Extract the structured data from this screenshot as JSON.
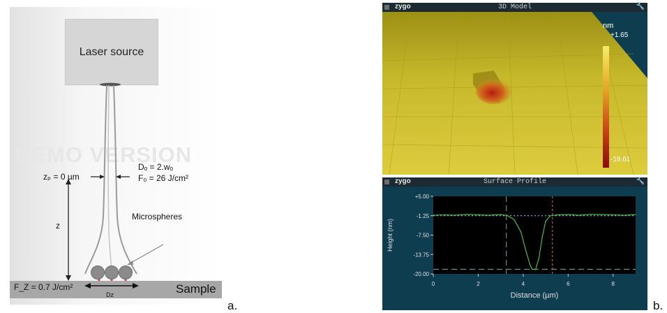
{
  "panel_a": {
    "laser_source": "Laser source",
    "watermark": "DEMO VERSION",
    "zp_label": "zₚ = 0 µm",
    "do_label": "Dₒ = 2.wₒ",
    "fo_label": "F₀ = 26 J/cm²",
    "z_label": "z",
    "microspheres_label": "Microspheres",
    "fz_label": "F_Z = 0.7 J/cm²",
    "dz_label": "Dz",
    "sample_label": "Sample",
    "caption": "a."
  },
  "panel_b": {
    "caption": "b.",
    "model_window": {
      "logo": "zygo",
      "title": "3D Model",
      "colorbar_unit": "nm",
      "colorbar_max": "+1.65",
      "colorbar_min": "-19.61"
    },
    "profile_window": {
      "logo": "zygo",
      "title": "Surface Profile",
      "ylabel": "Height (nm)",
      "xlabel": "Distance (µm)"
    }
  },
  "chart_data": {
    "type": "line",
    "title": "Surface Profile",
    "xlabel": "Distance (µm)",
    "ylabel": "Height (nm)",
    "xlim": [
      0,
      9
    ],
    "ylim": [
      -20,
      5
    ],
    "x_ticks": [
      "0",
      "2",
      "4",
      "6",
      "8"
    ],
    "y_ticks": [
      "+5.00",
      "-1.25",
      "-7.50",
      "-13.75",
      "-20.00"
    ],
    "grid": false,
    "series": [
      {
        "x": [
          0,
          0.5,
          1,
          1.5,
          2,
          2.5,
          3,
          3.3,
          3.6,
          3.9,
          4.1,
          4.3,
          4.4,
          4.55,
          4.7,
          4.85,
          5.0,
          5.2,
          5.5,
          6,
          6.5,
          7,
          7.5,
          8,
          8.5,
          9
        ],
        "y": [
          -1.1,
          -1.0,
          -1.1,
          -0.8,
          -1.0,
          -1.1,
          -0.9,
          -1.2,
          -2.5,
          -6.5,
          -12.0,
          -17.0,
          -18.5,
          -18.6,
          -15.0,
          -8.0,
          -3.0,
          -1.3,
          -1.0,
          -0.9,
          -1.1,
          -0.8,
          -0.9,
          -1.0,
          -1.1,
          -0.9
        ],
        "color": "#4ec94e"
      }
    ],
    "reference_lines": {
      "horizontal": [
        -1.25,
        -18.5
      ],
      "vertical": [
        3.25,
        5.3
      ]
    }
  }
}
